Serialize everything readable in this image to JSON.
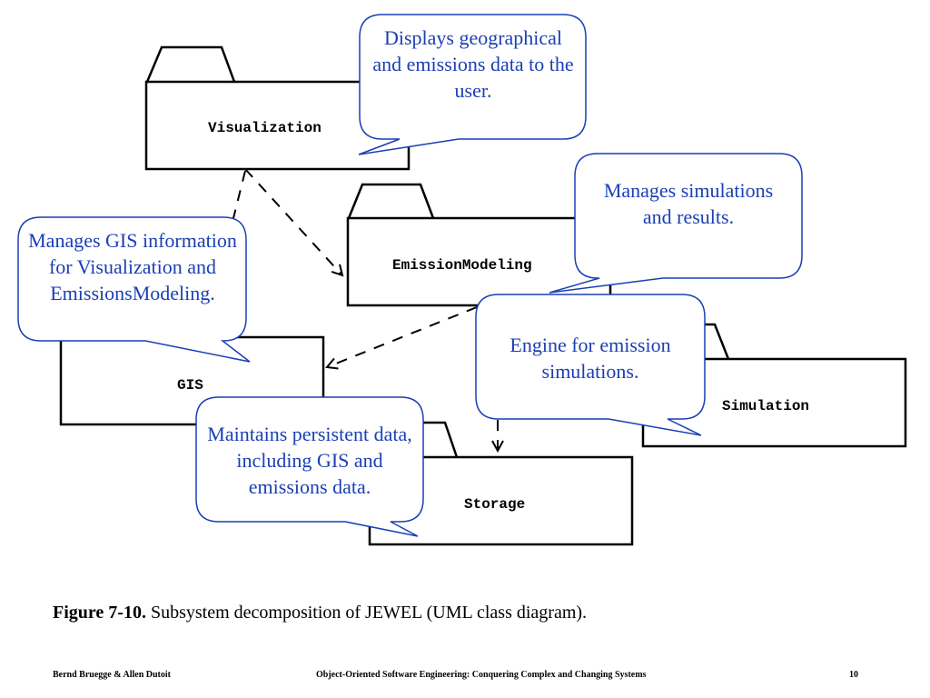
{
  "packages": {
    "visualization": "Visualization",
    "emission_modeling": "EmissionModeling",
    "gis": "GIS",
    "simulation": "Simulation",
    "storage": "Storage"
  },
  "callouts": {
    "visualization": "Displays geographical and emissions data to the user.",
    "emission_modeling": "Manages simulations and results.",
    "gis": "Manages GIS information for Visualization and EmissionsModeling.",
    "simulation": "Engine for emission simulations.",
    "storage": "Maintains persistent data, including GIS and emissions data."
  },
  "caption": {
    "label": "Figure 7-10.",
    "text": " Subsystem decomposition of JEWEL (UML class diagram)."
  },
  "footer": {
    "authors": "Bernd Bruegge & Allen Dutoit",
    "book_title": "Object-Oriented Software Engineering: Conquering Complex and Changing Systems",
    "page_number": "10"
  },
  "colors": {
    "callout_border": "#1a3fb5",
    "callout_text": "#1a3fb5",
    "package_stroke": "#000000"
  }
}
